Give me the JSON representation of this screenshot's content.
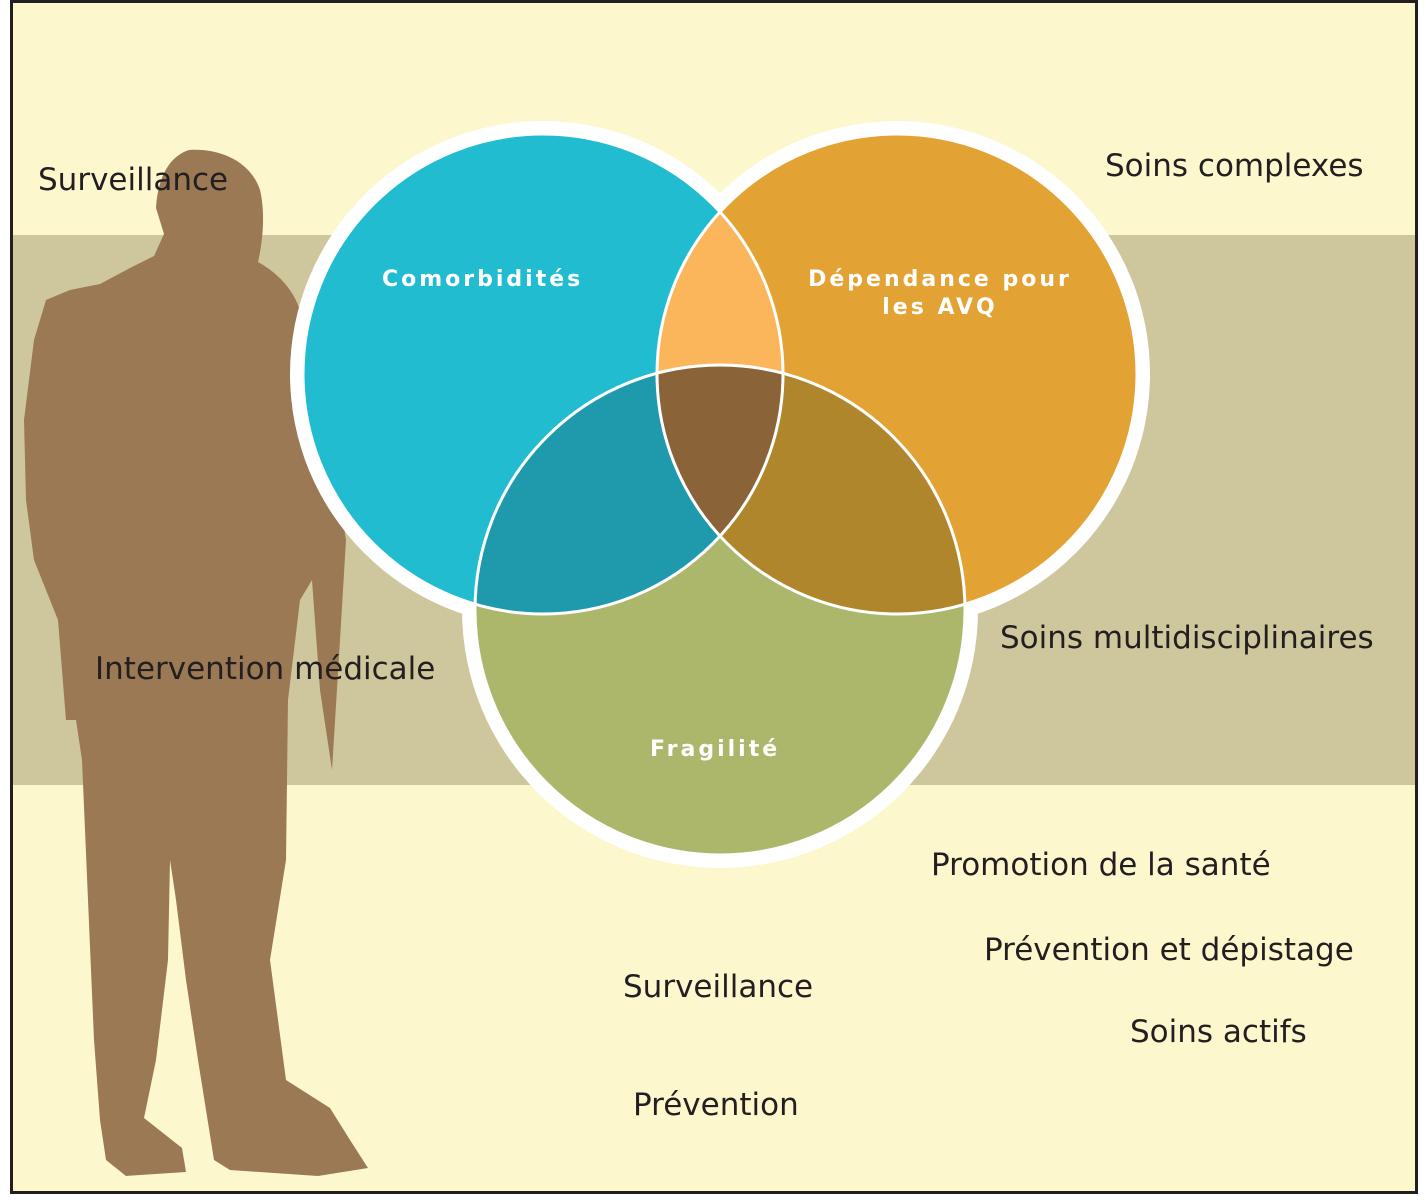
{
  "title_fragment": "",
  "colors": {
    "background": "#fdf7cd",
    "band": "#cec69c",
    "silhouette": "#9b7955",
    "comorbidities": "#22bcd0",
    "dependence": "#e3a234",
    "frailty": "#acb76c",
    "overlap_comorb_dep": "#fbb65b",
    "overlap_comorb_frail": "#1f9aad",
    "overlap_dep_frail": "#b0862d",
    "overlap_all": "#8b6339",
    "outline": "#ffffff"
  },
  "circles": {
    "comorbidities": "Comorbidités",
    "dependence": "Dépendance pour les AVQ",
    "frailty": "Fragilité"
  },
  "labels": {
    "surveillance_top": "Surveillance",
    "complex_care": "Soins complexes",
    "medical_intervention": "Intervention médicale",
    "multidisciplinary_care": "Soins multidisciplinaires",
    "health_promotion": "Promotion de la santé",
    "prevention_screening": "Prévention et dépistage",
    "surveillance_bottom": "Surveillance",
    "active_care": "Soins actifs",
    "prevention": "Prévention"
  },
  "icons": {
    "person": "person-silhouette-icon"
  }
}
